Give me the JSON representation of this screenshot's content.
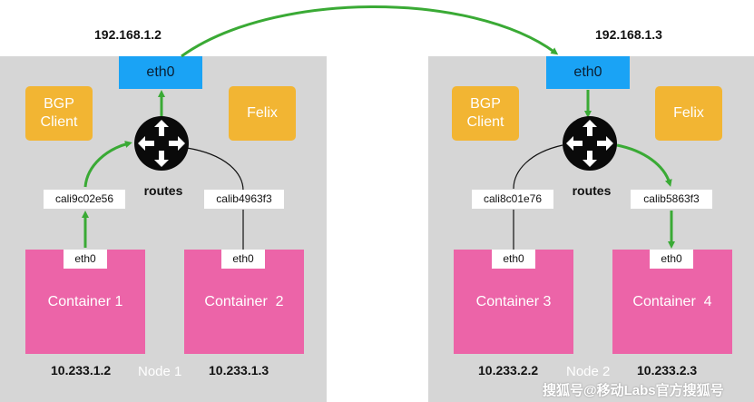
{
  "node1": {
    "name": "Node 1",
    "host_ip": "192.168.1.2",
    "eth0": "eth0",
    "bgp_client": "BGP\nClient",
    "felix": "Felix",
    "routes": "routes",
    "veth_left": "cali9c02e56",
    "veth_right": "calib4963f3",
    "container_left": {
      "eth": "eth0",
      "name": "Container 1",
      "ip": "10.233.1.2"
    },
    "container_right": {
      "eth": "eth0",
      "name": "Container  2",
      "ip": "10.233.1.3"
    }
  },
  "node2": {
    "name": "Node 2",
    "host_ip": "192.168.1.3",
    "eth0": "eth0",
    "bgp_client": "BGP\nClient",
    "felix": "Felix",
    "routes": "routes",
    "veth_left": "cali8c01e76",
    "veth_right": "calib5863f3",
    "container_left": {
      "eth": "eth0",
      "name": "Container 3",
      "ip": "10.233.2.2"
    },
    "container_right": {
      "eth": "eth0",
      "name": "Container  4",
      "ip": "10.233.2.3"
    }
  },
  "watermark": "搜狐号@移动Labs官方搜狐号",
  "colors": {
    "node_bg": "#d6d6d6",
    "eth_blue": "#1aa3f5",
    "agent_yellow": "#f2b533",
    "container_pink": "#ec64a8",
    "arrow_green": "#3aaa35"
  }
}
